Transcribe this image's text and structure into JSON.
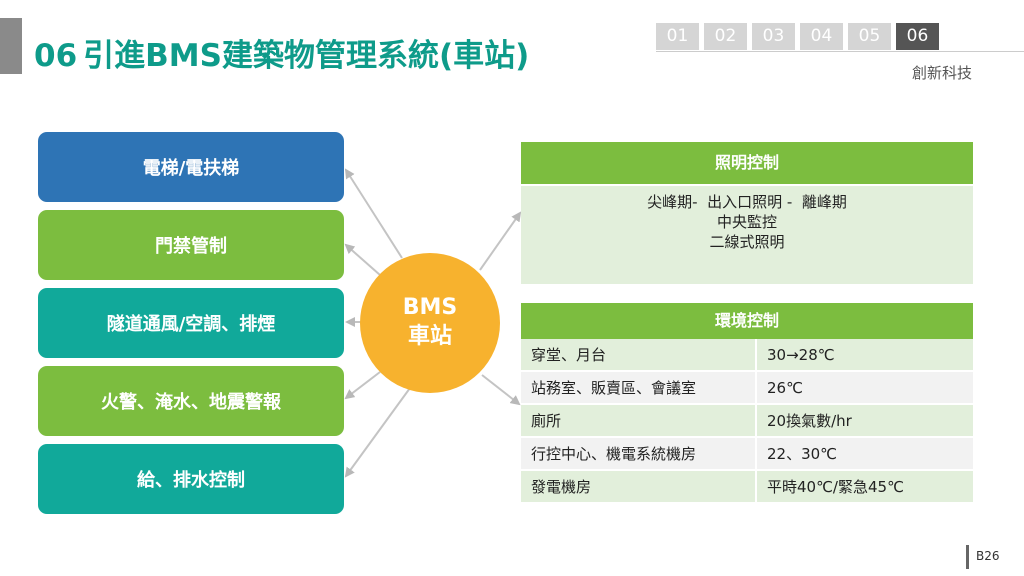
{
  "header": {
    "number": "06",
    "title": "引進BMS建築物管理系統(車站)",
    "subtitle": "創新科技",
    "tabs": [
      "01",
      "02",
      "03",
      "04",
      "05",
      "06"
    ],
    "active_tab": "06"
  },
  "left_boxes": [
    "電梯/電扶梯",
    "門禁管制",
    "隧道通風/空調、排煙",
    "火警、淹水、地震警報",
    "給、排水控制"
  ],
  "center": {
    "line1": "BMS",
    "line2": "車站"
  },
  "lighting": {
    "header": "照明控制",
    "lines": [
      "尖峰期-  出入口照明 -  離峰期",
      "中央監控",
      "二線式照明"
    ]
  },
  "environment": {
    "header": "環境控制",
    "rows": [
      [
        "穿堂、月台",
        "30→28℃"
      ],
      [
        "站務室、販賣區、會議室",
        "26℃"
      ],
      [
        "廁所",
        "20換氣數/hr"
      ],
      [
        "行控中心、機電系統機房",
        "22、30℃"
      ],
      [
        "發電機房",
        "平時40℃/緊急45℃"
      ]
    ]
  },
  "footer": {
    "page": "B26"
  },
  "colors": {
    "title": "#0e9b8a",
    "blue": "#2e74b5",
    "green": "#7cbd3f",
    "teal": "#11a99a",
    "orange": "#f7b22e"
  }
}
